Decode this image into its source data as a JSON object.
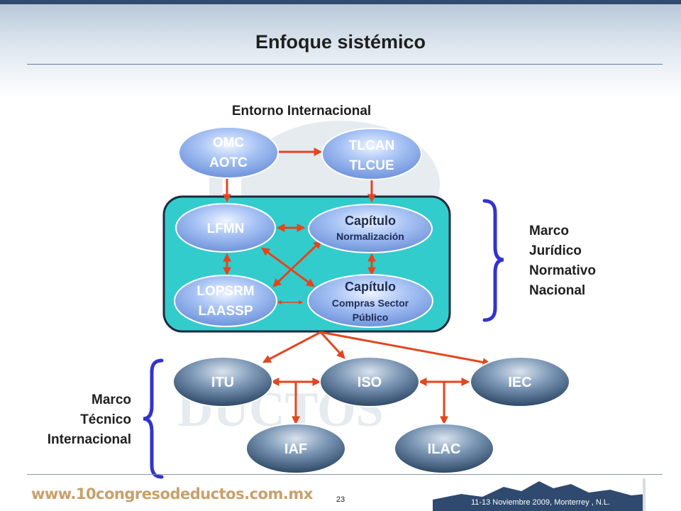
{
  "slide": {
    "title": "Enfoque sistémico",
    "page_number": "23",
    "footer_url": "www.10congresodeductos.com.mx",
    "footer_date": "11-13 Noviembre 2009, Monterrey , N.L."
  },
  "diagram": {
    "heading": "Entorno Internacional",
    "international": {
      "omc": [
        "OMC",
        "AOTC"
      ],
      "tlcan": [
        "TLCAN",
        "TLCUE"
      ]
    },
    "national": {
      "lfmn": "LFMN",
      "cap_norm_title": "Capítulo",
      "cap_norm_sub": "Normalización",
      "lopsrm": [
        "LOPSRM",
        "LAASSP"
      ],
      "cap_comp_title": "Capítulo",
      "cap_comp_sub": [
        "Compras Sector",
        "Público"
      ]
    },
    "technical": {
      "itu": "ITU",
      "iso": "ISO",
      "iec": "IEC",
      "iaf": "IAF",
      "ilac": "ILAC"
    },
    "marco_nacional": [
      "Marco",
      "Jurídico",
      "Normativo",
      "Nacional"
    ],
    "marco_internacional": [
      "Marco",
      "Técnico",
      "Internacional"
    ]
  },
  "colors": {
    "arrow": "#e2461f",
    "bracket": "#3333cc",
    "panel": "#33cccc",
    "oval_light": "#9ab7f2",
    "oval_dark": "#5d7a9a"
  }
}
